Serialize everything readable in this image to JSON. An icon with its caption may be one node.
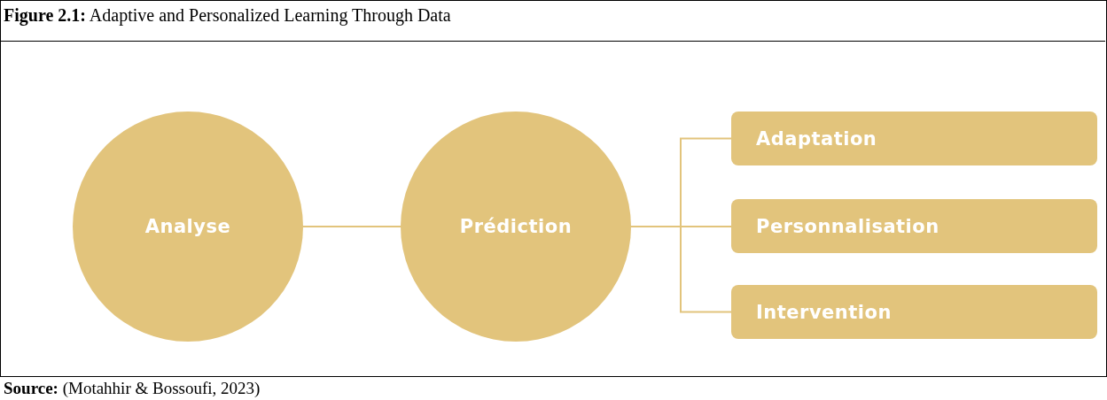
{
  "diagram": {
    "title": "**Figure 2.1:** Adaptive and Personalized Learning Through Data",
    "caption": "**Source:** (Motahhir & Bossoufi, 2023)",
    "nodes": [
      {
        "text": [
          "Analyse"
        ]
      },
      {
        "text": [
          "Prédiction"
        ]
      },
      {
        "text": [
          "Adaptation"
        ]
      },
      {
        "text": [
          "Personnalisation"
        ]
      },
      {
        "text": [
          "Intervention"
        ]
      }
    ],
    "edges": [
      {
        "from": 0,
        "to": 1,
        "arrow": "none"
      },
      {
        "from": 1,
        "to": 2,
        "arrow": "none"
      },
      {
        "from": 1,
        "to": 3,
        "arrow": "none"
      },
      {
        "from": 1,
        "to": 4,
        "arrow": "none"
      }
    ]
  }
}
